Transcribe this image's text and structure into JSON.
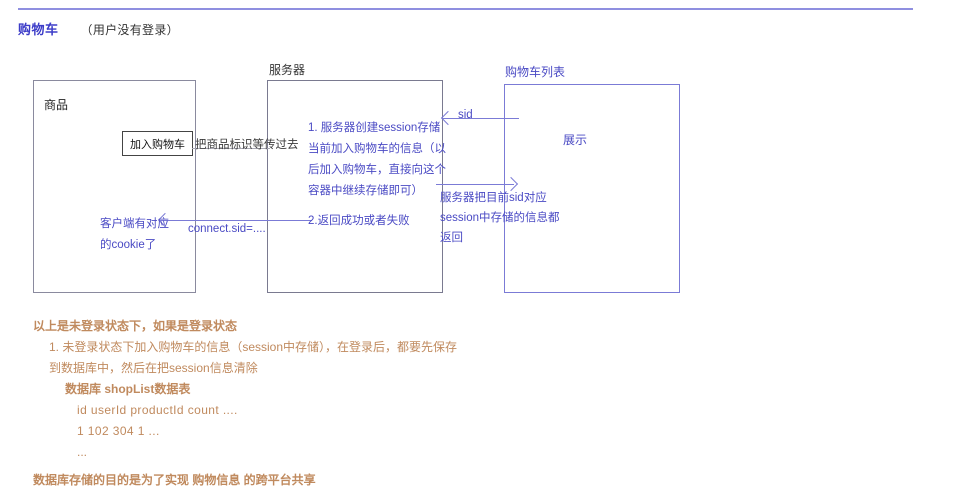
{
  "header": {
    "title": "购物车",
    "subtitle": "（用户没有登录）",
    "title_color": "#3c3cc8"
  },
  "diagram": {
    "boxes": [
      {
        "id": "product",
        "label": "",
        "inner_label": "商品",
        "border_color": "#8a8a9e"
      },
      {
        "id": "server",
        "label": "服务器",
        "inner_label": "",
        "border_color": "#7a7a90"
      },
      {
        "id": "cartlist",
        "label": "购物车列表",
        "inner_label": "展示",
        "border_color": "#7b7bd6"
      }
    ],
    "button": {
      "label": "加入购物车"
    },
    "annotations": {
      "request": "把商品标识等传过去",
      "server_create": "1. 服务器创建session存储当前加入购物车的信息（以后加入购物车，直接向这个容器中继续存储即可）",
      "server_return": "2.返回成功或者失败",
      "client_cookie": "客户端有对应的cookie了",
      "connect_sid": "connect.sid=....",
      "sid": "sid",
      "server_sid_return": "服务器把目前sid对应session中存储的信息都返回"
    },
    "accent_color": "#4a4ac4",
    "line_color": "#7b7bd6"
  },
  "notes": {
    "color": "#c08a5e",
    "lines": [
      "以上是未登录状态下，如果是登录状态",
      "1. 未登录状态下加入购物车的信息（session中存储），在登录后，都要先保存到数据库中，然后在把session信息清除",
      "数据库  shopList数据表",
      "id  userId  productId  count ....",
      "1    102       304          1    ...",
      "...",
      "数据库存储的目的是为了实现 购物信息 的跨平台共享"
    ]
  }
}
